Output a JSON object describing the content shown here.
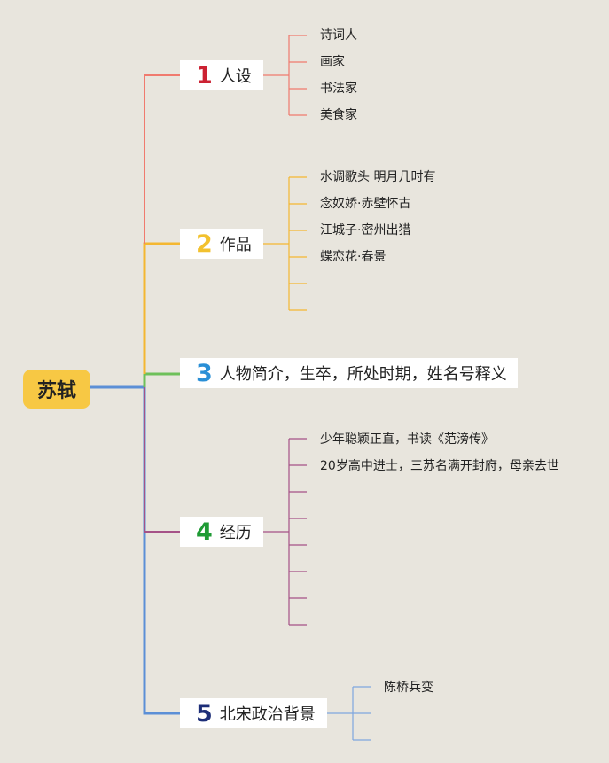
{
  "root": {
    "label": "苏轼"
  },
  "branches": [
    {
      "num": "1",
      "label": "人设",
      "color": "#f07a6e",
      "numColor": "#cc2233",
      "items": [
        "诗词人",
        "画家",
        "书法家",
        "美食家"
      ]
    },
    {
      "num": "2",
      "label": "作品",
      "color": "#f4b731",
      "numColor": "#f2c12e",
      "items": [
        "水调歌头 明月几时有",
        "念奴娇·赤壁怀古",
        "江城子·密州出猎",
        "蝶恋花·春景"
      ]
    },
    {
      "num": "3",
      "label": "人物简介，生卒，所处时期，姓名号释义",
      "color": "#6ec05a",
      "numColor": "#2a8fd6",
      "items": []
    },
    {
      "num": "4",
      "label": "经历",
      "color": "#a55287",
      "numColor": "#1e9a34",
      "items": [
        "少年聪颖正直，书读《范滂传》",
        "20岁高中进士，三苏名满开封府，母亲去世"
      ]
    },
    {
      "num": "5",
      "label": "北宋政治背景",
      "color": "#5b8fd6",
      "numColor": "#1d2e78",
      "items": [
        "陈桥兵变"
      ]
    }
  ]
}
